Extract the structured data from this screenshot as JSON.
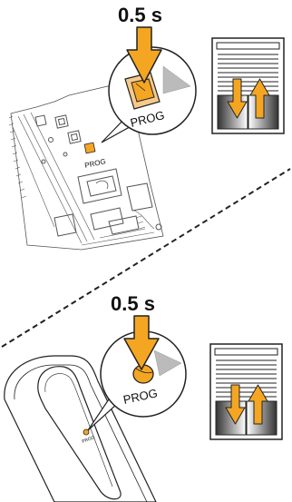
{
  "step1": {
    "duration": "0.5 s",
    "button_label": "PROG",
    "board_label": "PROG"
  },
  "step2": {
    "duration": "0.5 s",
    "button_label": "PROG",
    "remote_label": "PROG"
  },
  "icons": {
    "press_arrow": "arrow-down-icon",
    "shutter_motion": "roller-shutter-jog-icon"
  },
  "colors": {
    "accent": "#F4A623",
    "line": "#222222",
    "pcb_line": "#555555"
  }
}
